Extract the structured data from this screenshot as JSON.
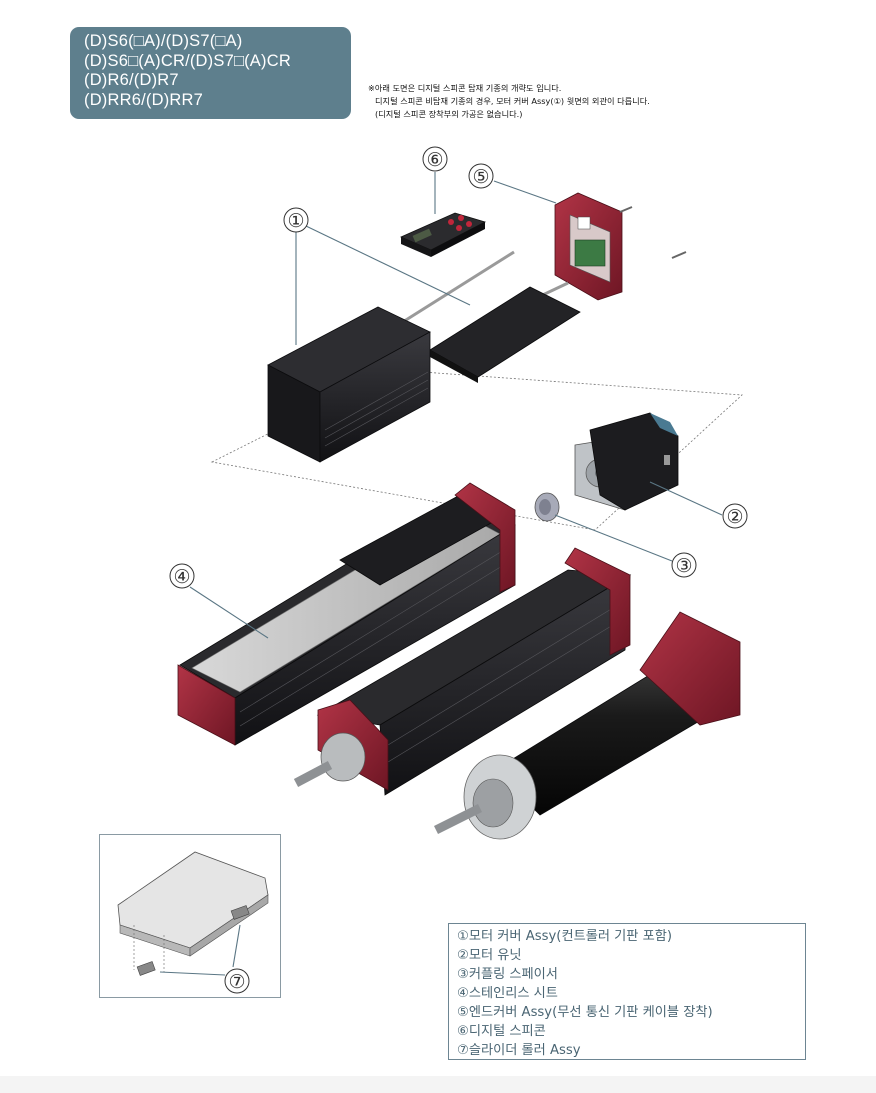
{
  "title": {
    "lines": [
      "(D)S6(□A)/(D)S7(□A)",
      "(D)S6□(A)CR/(D)S7□(A)CR",
      "(D)R6/(D)R7",
      "(D)RR6/(D)RR7"
    ]
  },
  "note": {
    "lines": [
      "※아래 도면은 디지털 스피콘 탑재 기종의 개략도 입니다.",
      "디지털 스피콘 비탑재 기종의 경우, 모터 커버 Assy(①) 윗면의 외관이 다릅니다.",
      "(디지털 스피콘 장착부의 가공은 없습니다.)"
    ]
  },
  "callouts": [
    "①",
    "②",
    "③",
    "④",
    "⑤",
    "⑥",
    "⑦"
  ],
  "legend": {
    "items": [
      "①모터 커버 Assy(컨트롤러 기판 포함)",
      "②모터 유닛",
      "③커플링 스페이서",
      "④스테인리스 시트",
      "⑤엔드커버 Assy(무선 통신 기판 케이블 장착)",
      "⑥디지털 스피콘",
      "⑦슬라이더 롤러 Assy"
    ]
  },
  "colors": {
    "title_bg": "#5e7f8d",
    "body": "#1f1f22",
    "endcap": "#8f2332",
    "stainless": "#c9c9c9",
    "leader": "#5a7684"
  }
}
